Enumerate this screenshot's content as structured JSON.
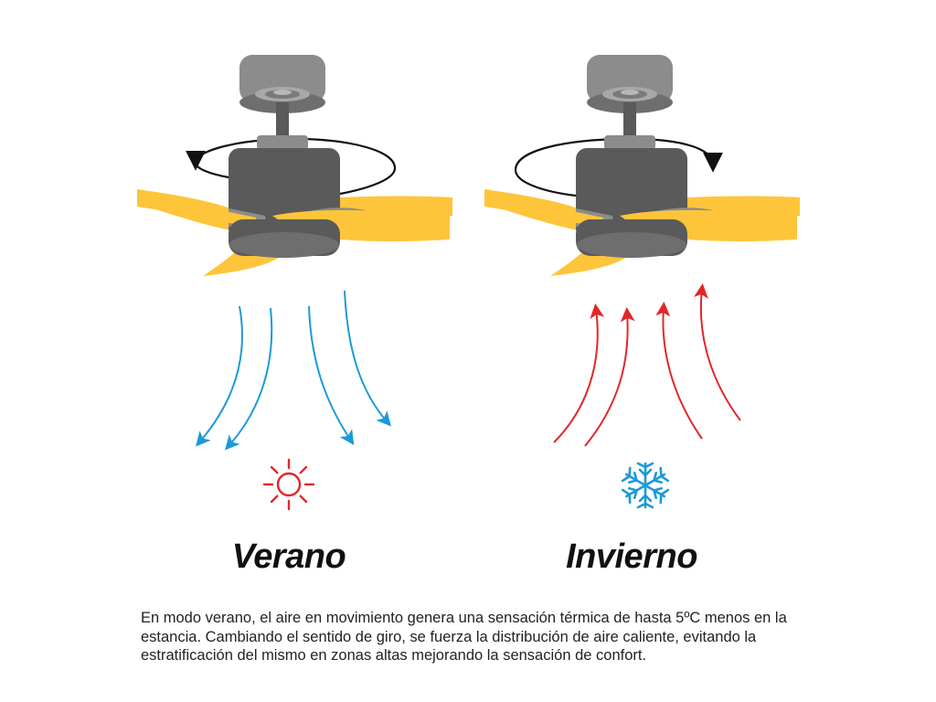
{
  "modes": {
    "summer": {
      "title": "Verano",
      "rotation": "counterclockwise",
      "airflow": "down",
      "arrow_color": "#1a9ad8",
      "icon": "sun-icon",
      "icon_color": "#e3262a"
    },
    "winter": {
      "title": "Invierno",
      "rotation": "clockwise",
      "airflow": "up",
      "arrow_color": "#e3262a",
      "icon": "snowflake-icon",
      "icon_color": "#1a9ad8"
    }
  },
  "colors": {
    "fan_body": "#5a5a5a",
    "fan_top": "#8c8c8c",
    "blade": "#fec53a"
  },
  "caption": "En modo verano, el aire en movimiento genera una sensación térmica de hasta 5ºC menos en la estancia. Cambiando el sentido de giro, se fuerza la distribución de aire caliente, evitando la estratificación del mismo en zonas altas mejorando la sensación de confort."
}
